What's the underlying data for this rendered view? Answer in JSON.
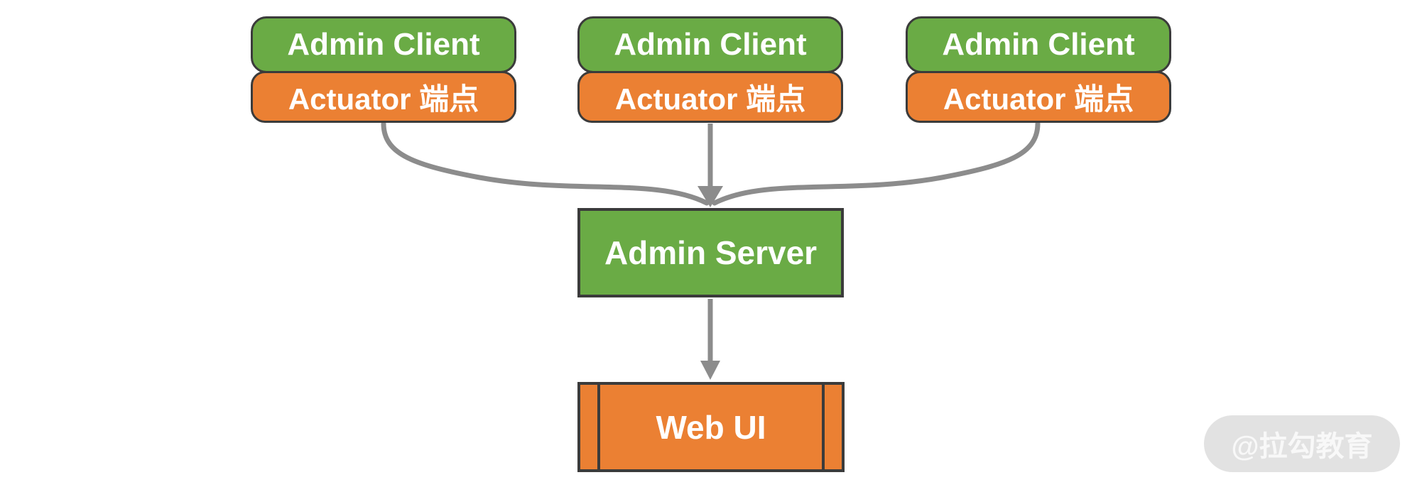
{
  "diagram": {
    "clients": [
      {
        "title": "Admin Client",
        "subtitle": "Actuator 端点"
      },
      {
        "title": "Admin Client",
        "subtitle": "Actuator 端点"
      },
      {
        "title": "Admin Client",
        "subtitle": "Actuator 端点"
      }
    ],
    "server": {
      "label": "Admin Server"
    },
    "webui": {
      "label": "Web UI"
    },
    "watermark": {
      "label": "@拉勾教育"
    },
    "colors": {
      "node_green": "#6AAB45",
      "node_orange": "#EB8033",
      "node_border": "#3B3B3B",
      "connector_gray": "#8C8C8C",
      "watermark_bg": "#E2E2E2",
      "watermark_text": "#F8F8F8"
    }
  }
}
